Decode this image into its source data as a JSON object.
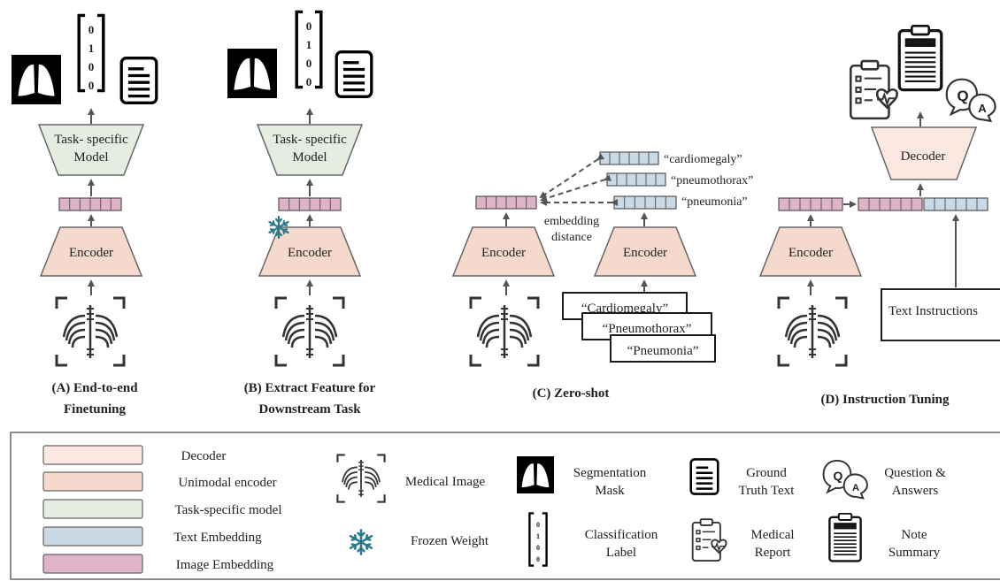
{
  "colors": {
    "decoder": "#fbe9e1",
    "encoder": "#f5d9cc",
    "task_model": "#e5ece2",
    "text_embedding": "#c9dae6",
    "image_embedding": "#dfb3c8",
    "snowflake": "#2b7b8e",
    "stroke": "#555555"
  },
  "panels": {
    "a": {
      "model_label_1": "Task- specific",
      "model_label_2": "Model",
      "encoder_label": "Encoder",
      "caption_1": "(A) End-to-end",
      "caption_2": "Finetuning",
      "label_digits": [
        "0",
        "1",
        "0",
        "0"
      ]
    },
    "b": {
      "model_label_1": "Task- specific",
      "model_label_2": "Model",
      "encoder_label": "Encoder",
      "caption_1": "(B) Extract Feature for",
      "caption_2": "Downstream Task",
      "label_digits": [
        "0",
        "1",
        "0",
        "0"
      ]
    },
    "c": {
      "image_encoder_label": "Encoder",
      "text_encoder_label": "Encoder",
      "distance_label_1": "embedding",
      "distance_label_2": "distance",
      "text_embeddings": [
        "“cardiomegaly”",
        "“pneumothorax”",
        "“pneumonia”"
      ],
      "prompts": [
        "“Cardiomegaly”",
        "“Pneumothorax”",
        "“Pneumonia”"
      ],
      "caption": "(C) Zero-shot"
    },
    "d": {
      "decoder_label": "Decoder",
      "encoder_label": "Encoder",
      "instruction_label": "Text Instructions",
      "summary_label": "SUMMARY",
      "qa_q": "Q",
      "qa_a": "A",
      "caption": "(D) Instruction Tuning"
    }
  },
  "legend": {
    "colors": [
      {
        "label": "Decoder",
        "key": "decoder"
      },
      {
        "label": "Unimodal encoder",
        "key": "encoder"
      },
      {
        "label": "Task-specific model",
        "key": "task_model"
      },
      {
        "label": "Text Embedding",
        "key": "text_embedding"
      },
      {
        "label": "Image Embedding",
        "key": "image_embedding"
      }
    ],
    "medical_image": "Medical Image",
    "frozen_weight": "Frozen Weight",
    "segmentation_1": "Segmentation",
    "segmentation_2": "Mask",
    "classification_1": "Classification",
    "classification_2": "Label",
    "ground_truth_1": "Ground",
    "ground_truth_2": "Truth Text",
    "medical_report_1": "Medical",
    "medical_report_2": "Report",
    "qa_1": "Question &",
    "qa_2": "Answers",
    "note_1": "Note",
    "note_2": "Summary",
    "label_digits": [
      "0",
      "1",
      "0",
      "0"
    ],
    "summary_label": "SUMMARY",
    "qa_q": "Q",
    "qa_a": "A"
  }
}
